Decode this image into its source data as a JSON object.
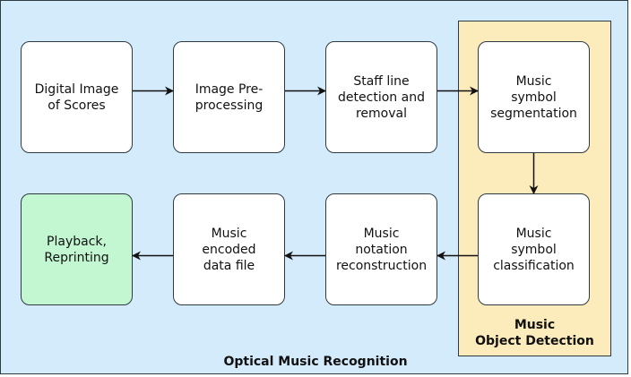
{
  "diagram": {
    "outer_label": "Optical Music Recognition",
    "group_label": "Music\nObject Detection",
    "colors": {
      "outer_bg": "#d4ebfb",
      "group_bg": "#fdecbb",
      "node_bg": "#ffffff",
      "output_node_bg": "#c2f7d2",
      "stroke": "#2e3a40"
    },
    "nodes": [
      {
        "id": "digital-image",
        "label": "Digital Image\nof Scores"
      },
      {
        "id": "preprocessing",
        "label": "Image Pre-\nprocessing"
      },
      {
        "id": "staff-line",
        "label": "Staff line\ndetection and\nremoval"
      },
      {
        "id": "segmentation",
        "label": "Music\nsymbol\nsegmentation"
      },
      {
        "id": "classification",
        "label": "Music\nsymbol\nclassification"
      },
      {
        "id": "reconstruction",
        "label": "Music\nnotation\nreconstruction"
      },
      {
        "id": "encoded-file",
        "label": "Music\nencoded\ndata file"
      },
      {
        "id": "playback",
        "label": "Playback,\nReprinting"
      }
    ],
    "edges": [
      {
        "from": "digital-image",
        "to": "preprocessing"
      },
      {
        "from": "preprocessing",
        "to": "staff-line"
      },
      {
        "from": "staff-line",
        "to": "segmentation"
      },
      {
        "from": "segmentation",
        "to": "classification"
      },
      {
        "from": "classification",
        "to": "reconstruction"
      },
      {
        "from": "reconstruction",
        "to": "encoded-file"
      },
      {
        "from": "encoded-file",
        "to": "playback"
      }
    ]
  }
}
